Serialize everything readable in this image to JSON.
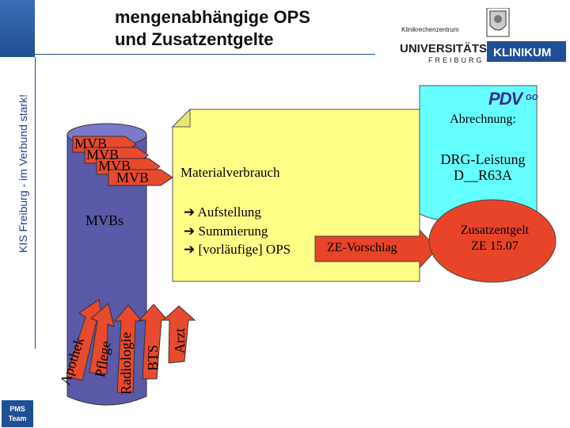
{
  "header": {
    "title_line1": "mengenabhängige OPS",
    "title_line2": "und Zusatzentgelte",
    "kliniken_label": "Klinikrechenzentrum",
    "logo_univ": "UNIVERSITÄTS",
    "logo_freiburg": "FREIBURG",
    "logo_klinikum": "KLINIKUM"
  },
  "sidebar": {
    "label": "KIS Freiburg - im Verbund stark!",
    "footer_line1": "PMS",
    "footer_line2": "Team"
  },
  "diagram": {
    "mvb_stack": [
      "MVB",
      "MVB",
      "MVB",
      "MVB"
    ],
    "cylinder_label": "MVBs",
    "material_label": "Materialverbrauch",
    "steps": [
      "Aufstellung",
      "Summierung",
      "[vorläufige] OPS"
    ],
    "step_marker": "➔",
    "ze_label": "ZE-Vorschlag",
    "billing": {
      "title": "Abrechnung:",
      "drg_line1": "DRG-Leistung",
      "drg_line2": "D__R63A"
    },
    "zusatz": {
      "line1": "Zusatzentgelt",
      "line2": "ZE 15.07"
    },
    "sources": [
      "Apothek",
      "Pflege",
      "Radiologie",
      "BTS",
      "Arzt"
    ],
    "pdv_logo": "PDV",
    "pdv_logo_suffix": "GO"
  },
  "colors": {
    "accent_blue": "#1f4f96",
    "cylinder": "#5a5aa8",
    "note_yellow": "#ffff88",
    "billing_cyan": "#66ffff",
    "arrow_red": "#e8442a",
    "mvb_red": "#e84a2f"
  }
}
